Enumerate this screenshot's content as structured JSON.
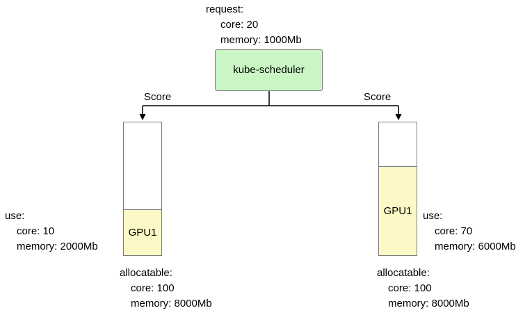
{
  "request": {
    "title": "request:",
    "core": "core: 20",
    "memory": "memory: 1000Mb"
  },
  "scheduler": {
    "label": "kube-scheduler"
  },
  "edges": {
    "left_label": "Score",
    "right_label": "Score"
  },
  "left_node": {
    "gpu_label": "GPU1",
    "use_title": "use:",
    "use_core": "core: 10",
    "use_memory": "memory: 2000Mb",
    "alloc_title": "allocatable:",
    "alloc_core": "core: 100",
    "alloc_memory": "memory: 8000Mb"
  },
  "right_node": {
    "gpu_label": "GPU1",
    "use_title": "use:",
    "use_core": "core: 70",
    "use_memory": "memory: 6000Mb",
    "alloc_title": "allocatable:",
    "alloc_core": "core: 100",
    "alloc_memory": "memory: 8000Mb"
  },
  "colors": {
    "scheduler_fill": "#c9f6c4",
    "gpu_fill": "#fdf9c6",
    "box_border": "#7a7a7a",
    "line": "#000000",
    "background": "#ffffff"
  }
}
